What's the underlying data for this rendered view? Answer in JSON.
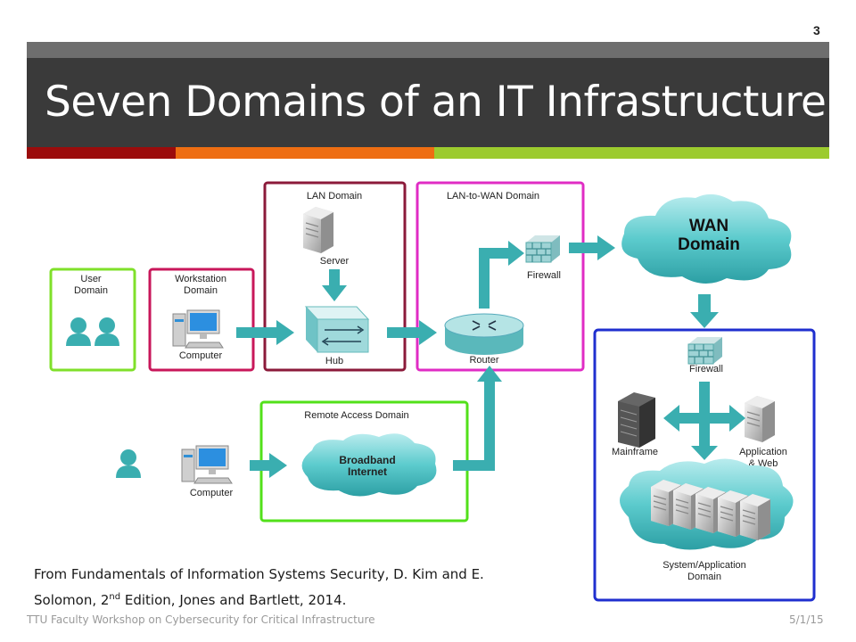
{
  "slide": {
    "number": "3",
    "title": "Seven Domains of an IT Infrastructure",
    "colors": {
      "title_bg": "#3a3a3a",
      "accent_red": "#9b0c0c",
      "accent_orange": "#ee6d12",
      "accent_green": "#9ccb2e"
    }
  },
  "diagram": {
    "domains": {
      "user": "User\nDomain",
      "workstation": "Workstation\nDomain",
      "lan": "LAN Domain",
      "lan_to_wan": "LAN-to-WAN Domain",
      "wan": "WAN\nDomain",
      "remote_access": "Remote Access Domain",
      "system_application": "System/Application\nDomain"
    },
    "devices": {
      "computer": "Computer",
      "server": "Server",
      "hub": "Hub",
      "router": "Router",
      "firewall": "Firewall",
      "broadband": "Broadband\nInternet",
      "remote_computer": "Computer",
      "sys_firewall": "Firewall",
      "mainframe": "Mainframe",
      "app_web": "Application\n& Web"
    },
    "colors": {
      "user": "#7fe02a",
      "workstation": "#c8175a",
      "lan": "#8b1a3a",
      "lan_to_wan": "#e02cc4",
      "remote": "#52e01a",
      "system": "#1f2fcf",
      "arrow": "#3aaeb0",
      "cloud": "#4cc6c8"
    }
  },
  "caption": {
    "line1": "From Fundamentals of Information Systems Security, D. Kim and E.",
    "line2_pre": "Solomon, 2",
    "line2_sup": "nd",
    "line2_post": " Edition,  Jones and Bartlett, 2014."
  },
  "footer": {
    "left": "TTU Faculty Workshop on Cybersecurity for Critical Infrastructure",
    "right": "5/1/15"
  }
}
